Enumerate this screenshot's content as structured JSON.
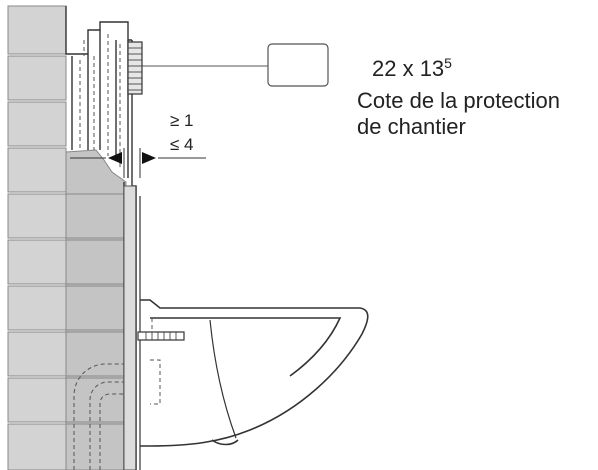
{
  "labels": {
    "dimension_main": "22 x 13",
    "dimension_superscript": "5",
    "caption_line1": "Cote de la protection",
    "caption_line2": "de chantier",
    "gap_min": "≥ 1",
    "gap_max": "≤ 4"
  },
  "colors": {
    "wall_tile": "#d3d3d3",
    "wall_tile_shaded": "#bdbdbd",
    "line": "#333333",
    "dashed": "#555555",
    "text": "#222222"
  }
}
